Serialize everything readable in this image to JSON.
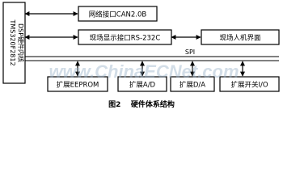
{
  "diagram": {
    "dsp_block": [
      "TMS320F2812",
      "DSP硬件内核"
    ],
    "network_block": "网络接口CAN2.0B",
    "display_iface_block": "现场显示接口RS-232C",
    "hmi_block": "现场人机界面",
    "bus_label": "SPI",
    "expansion_blocks": [
      "扩展EEPROM",
      "扩展A/D",
      "扩展D/A",
      "扩展开关I/O"
    ],
    "caption": "图2    硬件体系结构",
    "watermark": "www.ChinaECNet.com"
  }
}
